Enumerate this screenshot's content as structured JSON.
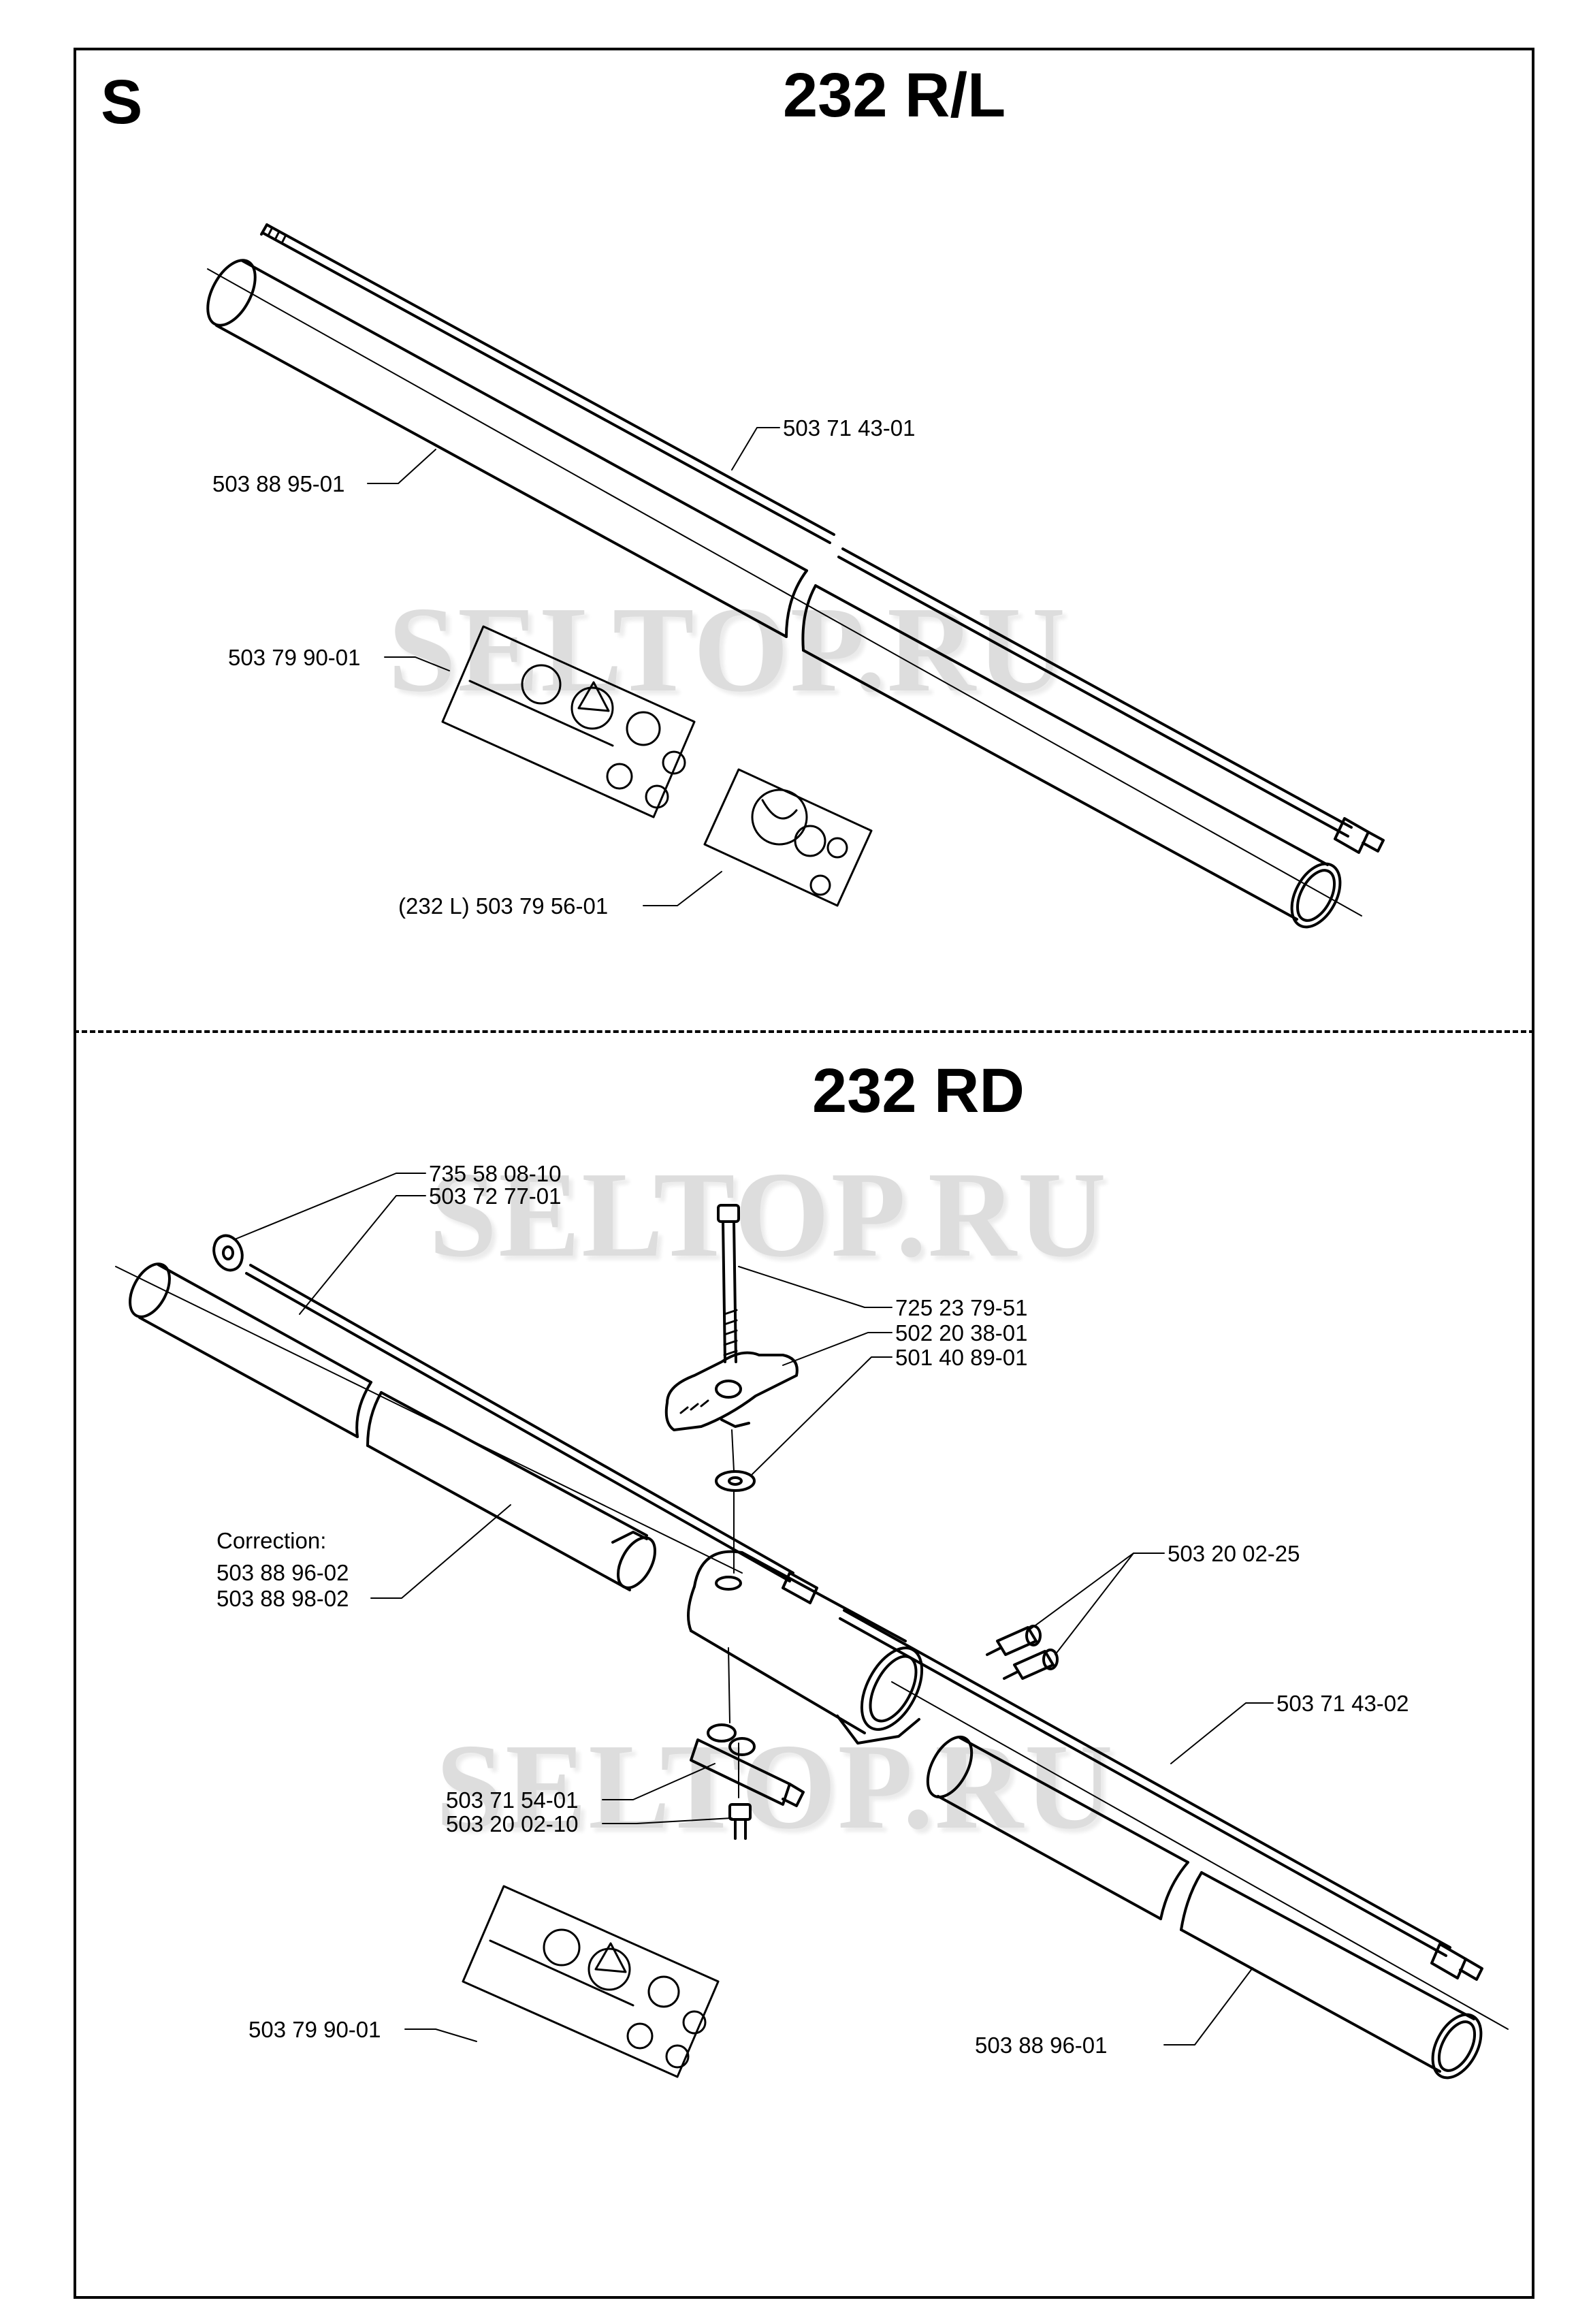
{
  "header": {
    "section_letter": "S",
    "title_top": "232 R/L",
    "title_bottom": "232 RD"
  },
  "watermark": "SELTOP.RU",
  "top_labels": {
    "shaft": "503 71 43-01",
    "tube": "503 88 95-01",
    "decal": "503 79 90-01",
    "decal_l": "(232 L) 503 79 56-01"
  },
  "bottom_labels": {
    "washer": "735 58 08-10",
    "front_shaft": "503 72 77-01",
    "bolt": "725 23 79-51",
    "knob": "502 20 38-01",
    "washer_small": "501 40 89-01",
    "correction_title": "Correction:",
    "correction_value": "503 88 96-02",
    "front_tube": "503 88 98-02",
    "screws": "503 20 02-25",
    "rear_shaft": "503 71 43-02",
    "clamp_plate": "503 71 54-01",
    "screw_small": "503 20 02-10",
    "decal": "503 79 90-01",
    "rear_tube": "503 88 96-01"
  }
}
